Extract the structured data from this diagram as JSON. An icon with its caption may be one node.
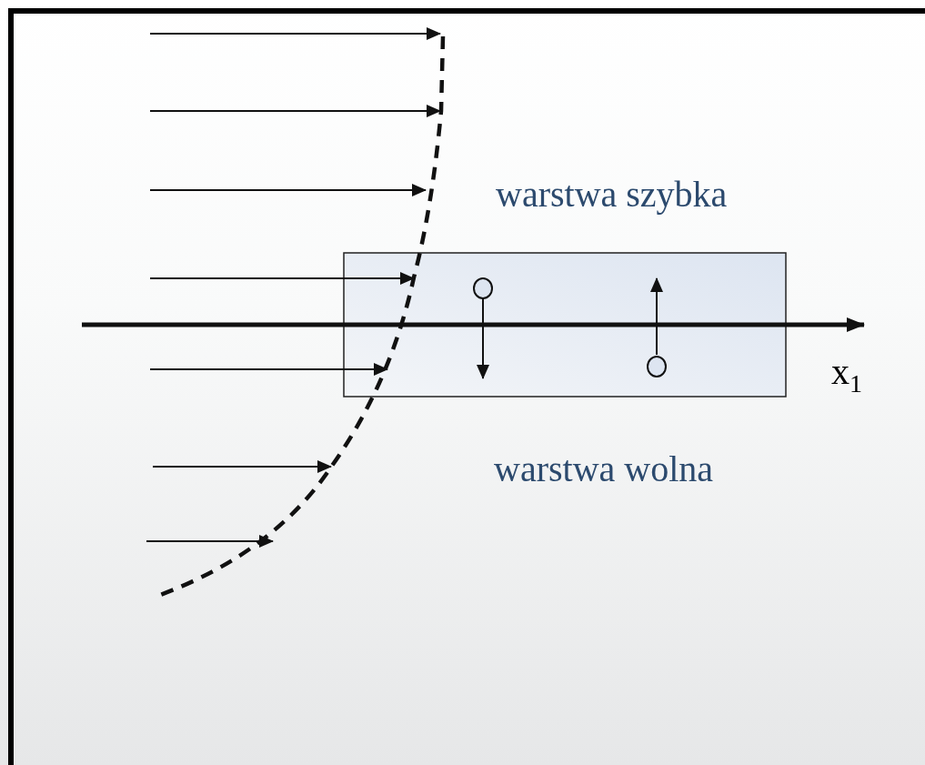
{
  "diagram": {
    "labels": [
      "warstwa szybka",
      "warstwa wolna",
      "x$_{1}$"
    ]
  }
}
